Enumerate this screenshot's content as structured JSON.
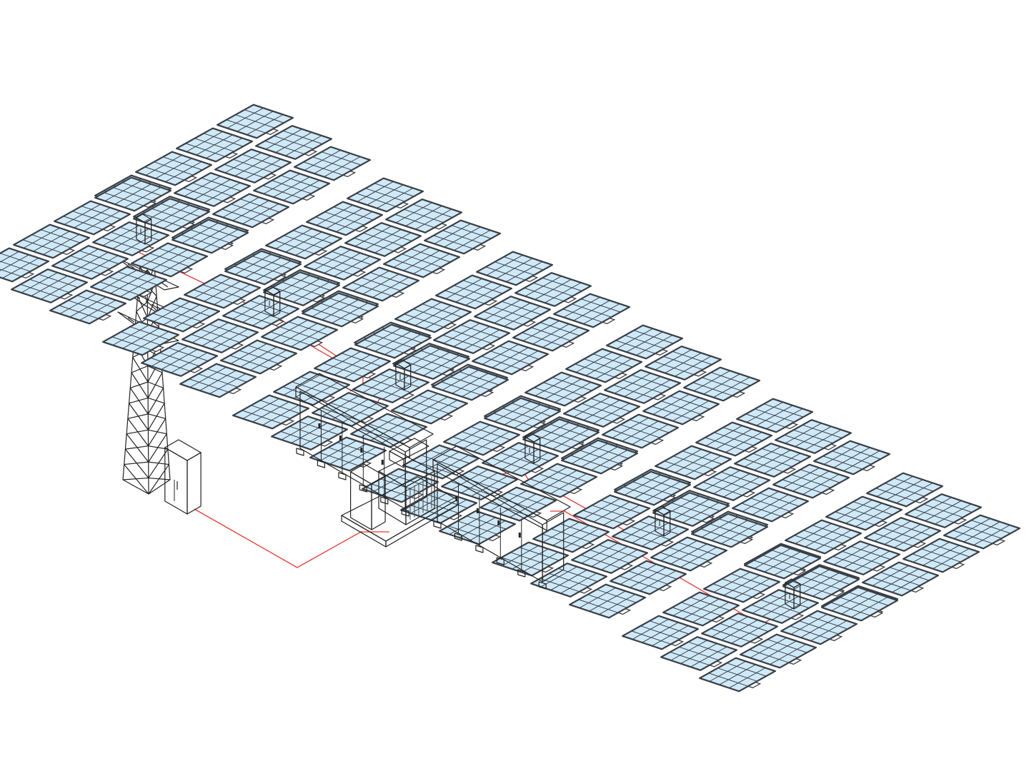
{
  "diagram": {
    "type": "isometric-illustration",
    "colors": {
      "cable": "#e53935",
      "panel_fill": "#cfe9f9",
      "panel_frame": "#3a3f45",
      "outline": "#222222",
      "box_light": "#e8e8e8",
      "box_mid": "#c9c9c9",
      "box_dark": "#a8a8a8",
      "inverter_body": "#f4ece6",
      "inverter_roof": "#f6f6f6",
      "transformer_dark": "#5a5d62",
      "transformer_mid": "#8e9196",
      "background": "#ffffff"
    },
    "components": {
      "solar_panel_count": 96,
      "combiner_box_count": 7,
      "inverter_station_count": 2,
      "transformer_count": 1,
      "grid_cabinet_count": 1,
      "transmission_tower_count": 1
    },
    "icons": [
      "solar-panel-icon",
      "combiner-box-icon",
      "inverter-icon",
      "transformer-icon",
      "cabinet-icon",
      "transmission-tower-icon"
    ]
  }
}
